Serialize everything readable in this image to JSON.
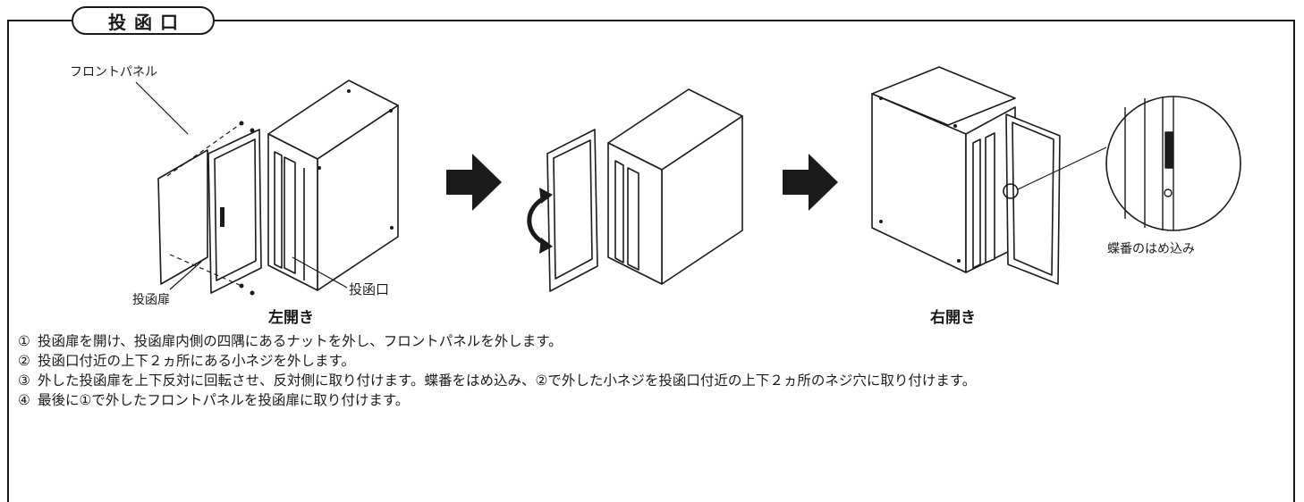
{
  "header": {
    "title": "投函口"
  },
  "labels": {
    "front_panel": "フロントパネル",
    "door": "投函扉",
    "slot": "投函口",
    "hinge": "蝶番のはめ込み"
  },
  "captions": {
    "left_open": "左開き",
    "right_open": "右開き"
  },
  "steps": [
    {
      "num": "①",
      "text": "投函扉を開け、投函扉内側の四隅にあるナットを外し、フロントパネルを外します。"
    },
    {
      "num": "②",
      "text": "投函口付近の上下２ヵ所にある小ネジを外します。"
    },
    {
      "num": "③",
      "text": "外した投函扉を上下反対に回転させ、反対側に取り付けます。蝶番をはめ込み、②で外した小ネジを投函口付近の上下２ヵ所のネジ穴に取り付けます。"
    },
    {
      "num": "④",
      "text": "最後に①で外したフロントパネルを投函扉に取り付けます。"
    }
  ]
}
